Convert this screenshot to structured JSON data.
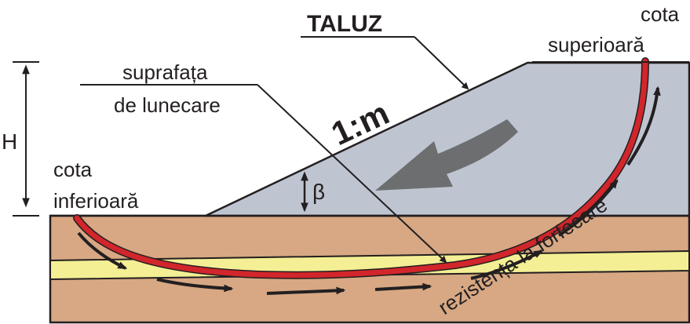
{
  "labels": {
    "taluz": "TALUZ",
    "cota_sup_line1": "cota",
    "cota_sup_line2": "superioară",
    "suprafata_line1": "suprafața",
    "suprafata_line2": "de lunecare",
    "panta": "1:m",
    "height": "H",
    "cota_inf_line1": "cota",
    "cota_inf_line2": "inferioară",
    "angle": "β",
    "rezistenta": "rezistența la forfecare"
  },
  "colors": {
    "ground": "#d7a883",
    "slope": "#bfc4d1",
    "weak_layer": "#f4ef94",
    "slip_surface": "#d1262b",
    "movement_arrow": "#6d6e70",
    "shear_arrows": "#231f20",
    "outline": "#231f20"
  }
}
